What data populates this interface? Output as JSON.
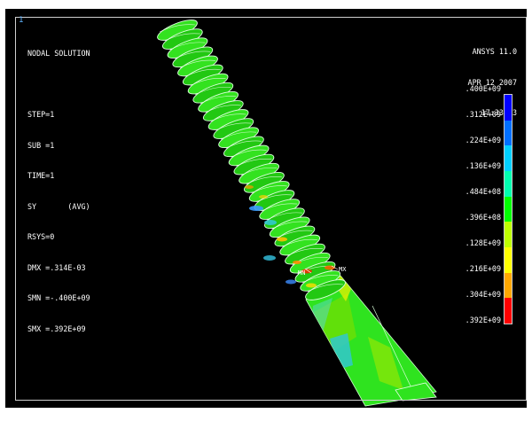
{
  "window": {
    "number": "1"
  },
  "solution_info": {
    "lines": [
      "NODAL SOLUTION",
      "",
      "STEP=1",
      "SUB =1",
      "TIME=1",
      "SY       (AVG)",
      "RSYS=0",
      "DMX =.314E-03",
      "SMN =-.400E+09",
      "SMX =.392E+09"
    ]
  },
  "program": {
    "name": "ANSYS 11.0",
    "date": "APR 12 2007",
    "time": "17:33:53"
  },
  "legend": {
    "values": [
      ".400E+09",
      ".312E+09",
      ".224E+09",
      ".136E+09",
      ".484E+08",
      ".396E+08",
      ".128E+09",
      ".216E+09",
      ".304E+09",
      ".392E+09"
    ],
    "colors": [
      "#0000ff",
      "#0070ff",
      "#00d0ff",
      "#00ffb0",
      "#00ff00",
      "#bfff00",
      "#ffff00",
      "#ffa800",
      "#ff0000"
    ]
  },
  "markers": {
    "min_label": "MN",
    "max_label": "MX"
  }
}
